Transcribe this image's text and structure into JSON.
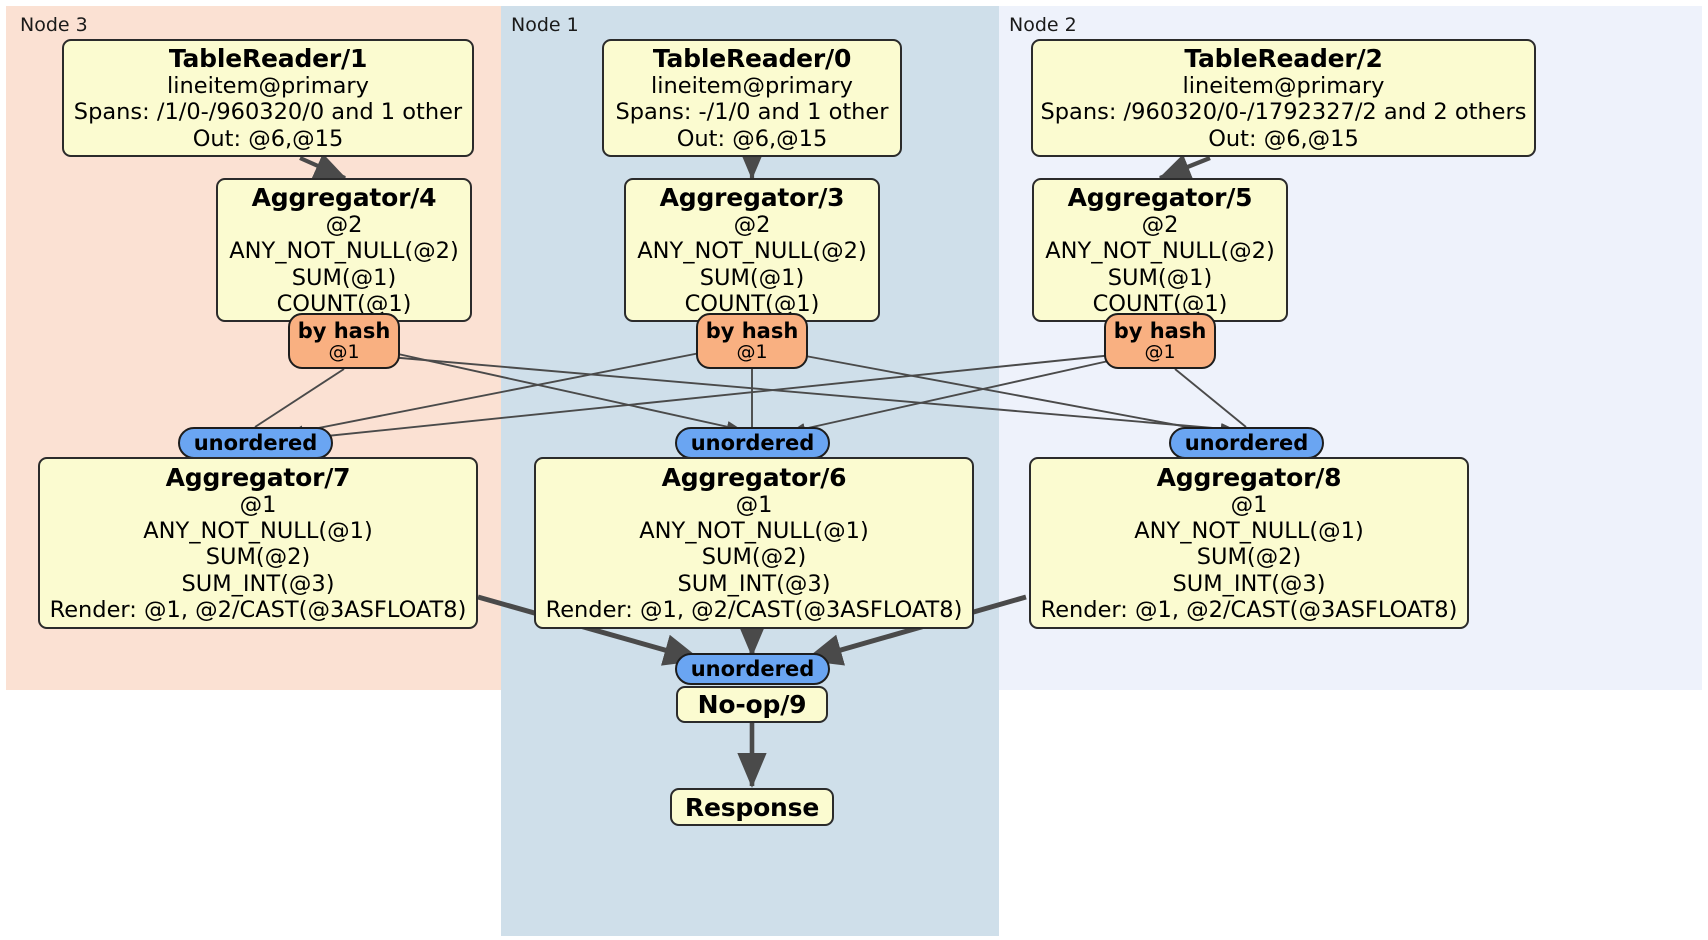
{
  "diagram": {
    "type": "distributed-query-plan",
    "colors": {
      "node3_bg": "#fbe1d3",
      "node1_bg": "#cfdfea",
      "node2_bg": "#eef2fb",
      "processor_bg": "#fbfbd0",
      "processor_border": "#2b2b2b",
      "by_hash_bg": "#f9b081",
      "unordered_bg": "#6aa5f2",
      "edge": "#4a4a4a"
    }
  },
  "nodes": [
    {
      "id": "node3",
      "label": "Node 3"
    },
    {
      "id": "node1",
      "label": "Node 1"
    },
    {
      "id": "node2",
      "label": "Node 2"
    }
  ],
  "processors": {
    "table_reader_1": {
      "title": "TableReader/1",
      "lines": [
        "lineitem@primary",
        "Spans: /1/0-/960320/0 and 1 other",
        "Out: @6,@15"
      ]
    },
    "table_reader_0": {
      "title": "TableReader/0",
      "lines": [
        "lineitem@primary",
        "Spans: -/1/0 and 1 other",
        "Out: @6,@15"
      ]
    },
    "table_reader_2": {
      "title": "TableReader/2",
      "lines": [
        "lineitem@primary",
        "Spans: /960320/0-/1792327/2 and 2 others",
        "Out: @6,@15"
      ]
    },
    "aggregator_4": {
      "title": "Aggregator/4",
      "lines": [
        "@2",
        "ANY_NOT_NULL(@2)",
        "SUM(@1)",
        "COUNT(@1)"
      ]
    },
    "aggregator_3": {
      "title": "Aggregator/3",
      "lines": [
        "@2",
        "ANY_NOT_NULL(@2)",
        "SUM(@1)",
        "COUNT(@1)"
      ]
    },
    "aggregator_5": {
      "title": "Aggregator/5",
      "lines": [
        "@2",
        "ANY_NOT_NULL(@2)",
        "SUM(@1)",
        "COUNT(@1)"
      ]
    },
    "aggregator_7": {
      "title": "Aggregator/7",
      "lines": [
        "@1",
        "ANY_NOT_NULL(@1)",
        "SUM(@2)",
        "SUM_INT(@3)",
        "Render: @1, @2/CAST(@3ASFLOAT8)"
      ]
    },
    "aggregator_6": {
      "title": "Aggregator/6",
      "lines": [
        "@1",
        "ANY_NOT_NULL(@1)",
        "SUM(@2)",
        "SUM_INT(@3)",
        "Render: @1, @2/CAST(@3ASFLOAT8)"
      ]
    },
    "aggregator_8": {
      "title": "Aggregator/8",
      "lines": [
        "@1",
        "ANY_NOT_NULL(@1)",
        "SUM(@2)",
        "SUM_INT(@3)",
        "Render: @1, @2/CAST(@3ASFLOAT8)"
      ]
    },
    "noop_9": {
      "title": "No-op/9",
      "lines": []
    },
    "response": {
      "title": "Response",
      "lines": []
    }
  },
  "routers": {
    "by_hash_left": {
      "kind": "by hash",
      "cols": "@1"
    },
    "by_hash_mid": {
      "kind": "by hash",
      "cols": "@1"
    },
    "by_hash_right": {
      "kind": "by hash",
      "cols": "@1"
    },
    "unordered_left": {
      "kind": "unordered"
    },
    "unordered_mid": {
      "kind": "unordered"
    },
    "unordered_right": {
      "kind": "unordered"
    },
    "unordered_final": {
      "kind": "unordered"
    }
  }
}
